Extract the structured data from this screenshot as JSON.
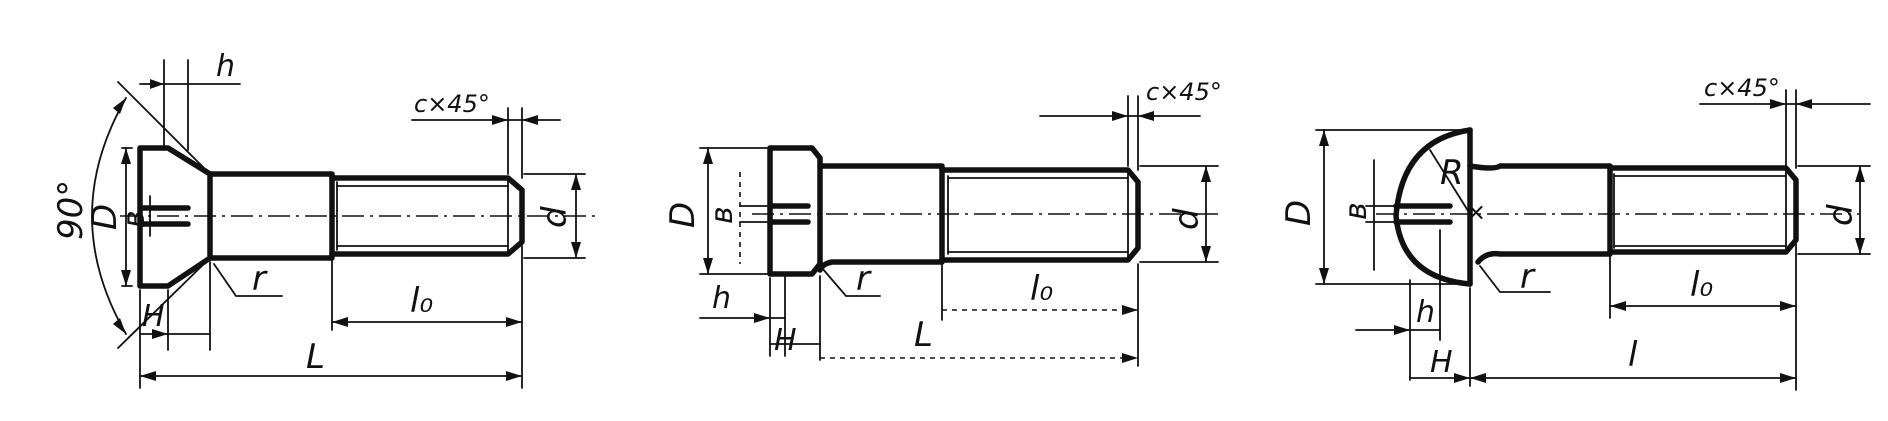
{
  "screw_countersunk": {
    "labels": {
      "h": "h",
      "chamfer": "c×45°",
      "angle": "90°",
      "D": "D",
      "b": "в",
      "d": "d",
      "r": "r",
      "H": "H",
      "L": "L",
      "l0": "l₀"
    }
  },
  "screw_cheese": {
    "labels": {
      "chamfer": "c×45°",
      "D": "D",
      "b": "в",
      "d": "d",
      "h": "h",
      "r": "r",
      "H": "H",
      "L": "L",
      "l0": "l₀"
    }
  },
  "screw_round": {
    "labels": {
      "chamfer": "c×45°",
      "D": "D",
      "b": "в",
      "R": "R",
      "d": "d",
      "r": "r",
      "h": "h",
      "H": "H",
      "L": "l",
      "l0": "l₀"
    }
  }
}
